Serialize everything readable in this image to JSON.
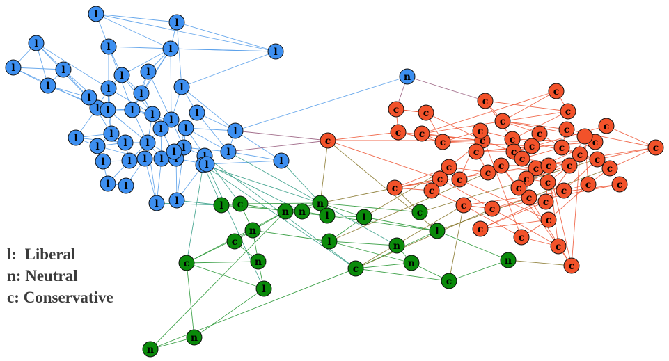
{
  "colors": {
    "blue_cluster": "#3d8ff0",
    "green_cluster": "#0a8a0a",
    "red_cluster": "#f2522a",
    "blue_edges": "#5aa0ea",
    "green_edges": "#2e9a3a",
    "red_edges": "#ef5a3a",
    "blue_red_edges": "#9a6080",
    "blue_green_edges": "#3aa08a",
    "green_red_edges": "#8a7a30"
  },
  "legend": [
    {
      "key": "l:",
      "text": "Liberal"
    },
    {
      "key": "n:",
      "text": "Neutral"
    },
    {
      "key": "c:",
      "text": "Conservative"
    }
  ],
  "nodes_labels": [
    "l",
    "l",
    "l",
    "l",
    "l",
    "l",
    "l",
    "l",
    "l",
    "l",
    "l",
    "l",
    "l",
    "l",
    "l",
    "l",
    "l",
    "l",
    "l",
    "l",
    "l",
    "l",
    "l",
    "l",
    "l",
    "l",
    "l",
    "l",
    "l",
    "l",
    "l",
    "l",
    "l",
    "l",
    "l",
    "l",
    "l",
    "l",
    "l",
    "l",
    "l",
    "l",
    "l",
    "l",
    "l",
    "n",
    "l",
    "c",
    "n",
    "n",
    "l",
    "l",
    "c",
    "n",
    "c",
    "l",
    "l",
    "n",
    "c",
    "n",
    "c",
    "n",
    "n",
    "c",
    "l",
    "n",
    "n",
    "n",
    "c",
    "c",
    "c",
    "c",
    "c",
    "c",
    "c",
    "c",
    "c",
    "c",
    "c",
    "c",
    "c",
    "c",
    "c",
    "c",
    "c",
    "c",
    "c",
    "c",
    "c",
    "c",
    "c",
    "c",
    "c",
    "c",
    "c",
    "c",
    "c",
    "c",
    "c",
    "c",
    "c",
    "c",
    "c",
    "c",
    "c",
    "c",
    "c",
    "c",
    "c",
    "c",
    "c",
    "c",
    "c",
    "c",
    "c",
    "c",
    "c",
    "c",
    "c"
  ]
}
